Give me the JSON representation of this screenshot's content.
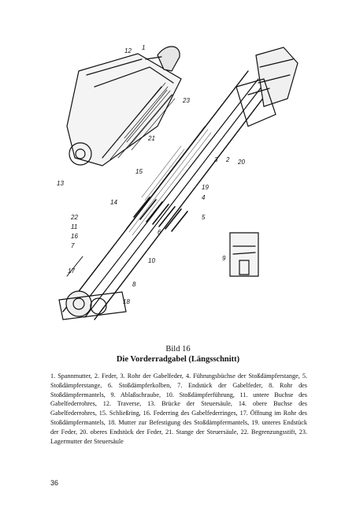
{
  "figure": {
    "callouts": [
      "12",
      "1",
      "23",
      "21",
      "13",
      "15",
      "19",
      "4",
      "14",
      "5",
      "3",
      "2",
      "20",
      "22",
      "11",
      "16",
      "7",
      "6",
      "9",
      "10",
      "17",
      "8",
      "18"
    ]
  },
  "caption": {
    "number": "Bild 16",
    "title": "Die Vorderradgabel (Längsschnitt)"
  },
  "legend_text": "1. Spannmutter, 2. Feder, 3. Rohr der Gabelfeder, 4. Führungsbüchse der Stoßdämpferstange, 5. Stoßdämpferstange, 6. Stoßdämpferkolben, 7. Endstück der Gabelfeder, 8. Rohr des Stoßdämpfermantels, 9. Ablaßschraube, 10. Stoßdämpferführung, 11. untere Buchse des Gabelfederrohres, 12. Traverse, 13. Brücke der Steuersäule, 14. obere Buchse des Gabelfederrohres, 15. Schließring, 16. Federring des Gabelfederringes, 17. Öffnung im Rohr des Stoßdämpfermantels, 18. Mutter zur Befestigung des Stoßdämpfermantels, 19. unteres Endstück der Feder, 20. oberes Endstück der Feder, 21. Stange der Steuersäule, 22. Begrenzungsstift, 23. Lagermutter der Steuersäule",
  "page_number": "36"
}
